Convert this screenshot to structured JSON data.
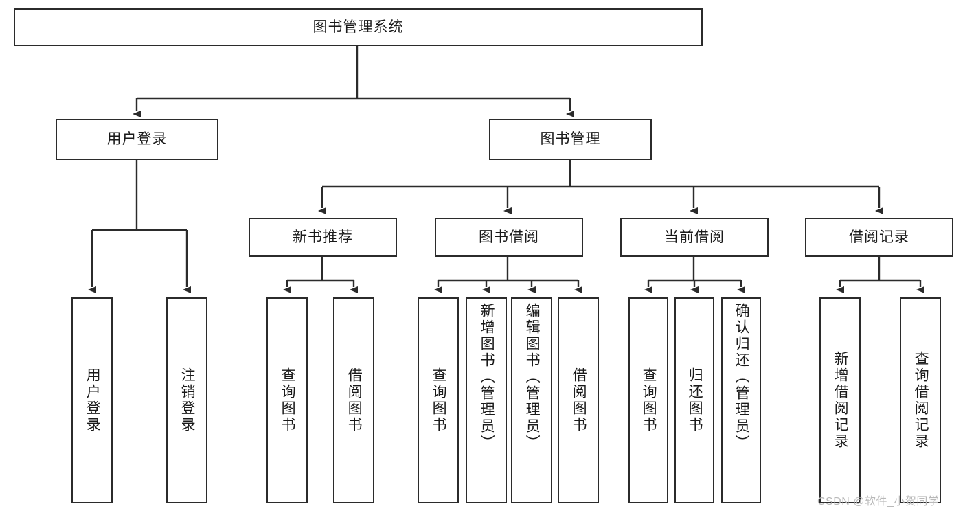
{
  "diagram": {
    "title": "图书管理系统",
    "type": "tree-hierarchy",
    "root": {
      "label": "图书管理系统"
    },
    "level2": [
      {
        "label": "用户登录"
      },
      {
        "label": "图书管理"
      }
    ],
    "level3": [
      {
        "label": "新书推荐"
      },
      {
        "label": "图书借阅"
      },
      {
        "label": "当前借阅"
      },
      {
        "label": "借阅记录"
      }
    ],
    "leaves": {
      "user_login": [
        {
          "label": "用户登录"
        },
        {
          "label": "注销登录"
        }
      ],
      "new_book_recommend": [
        {
          "label": "查询图书"
        },
        {
          "label": "借阅图书"
        }
      ],
      "book_borrow": [
        {
          "label": "查询图书"
        },
        {
          "label": "新增图书（管理员）"
        },
        {
          "label": "编辑图书（管理员）"
        },
        {
          "label": "借阅图书"
        }
      ],
      "current_borrow": [
        {
          "label": "查询图书"
        },
        {
          "label": "归还图书"
        },
        {
          "label": "确认归还（管理员）"
        }
      ],
      "borrow_record": [
        {
          "label": "新增借阅记录"
        },
        {
          "label": "查询借阅记录"
        }
      ]
    }
  },
  "watermark": {
    "text": "CSDN @软件_小贺同学"
  },
  "colors": {
    "box_border": "#2b2b2b",
    "box_fill": "#ffffff",
    "line": "#2b2b2b",
    "text": "#1a1a1a",
    "watermark": "#b9b9b9"
  }
}
